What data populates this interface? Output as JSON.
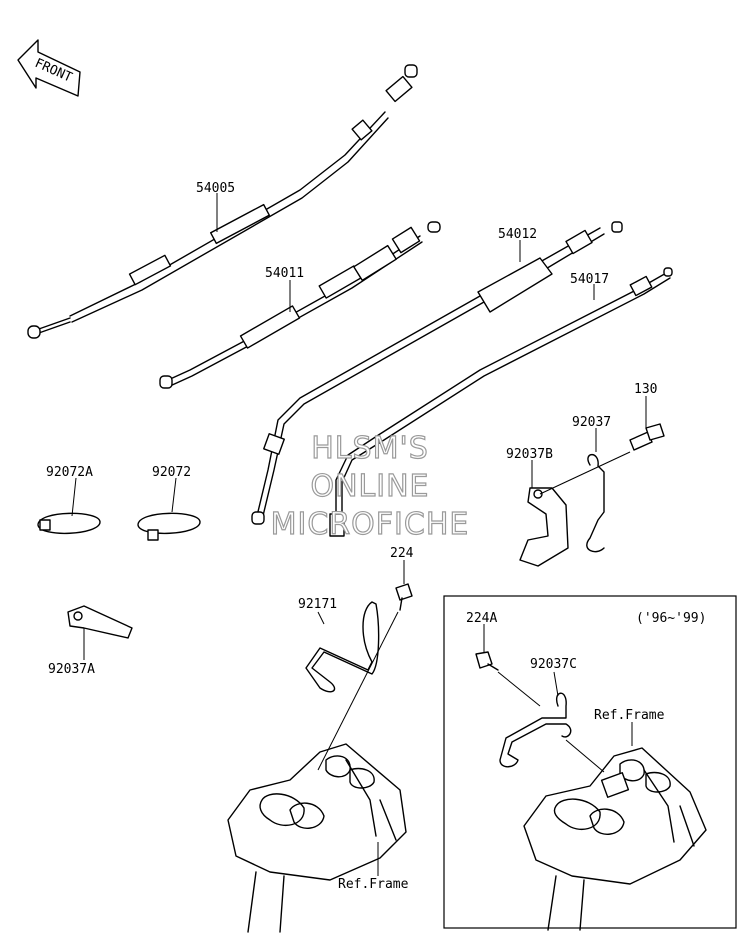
{
  "front_marker": "FRONT",
  "watermark": {
    "line1": "HLSM'S",
    "line2": "ONLINE",
    "line3": "MICROFICHE"
  },
  "labels": {
    "p54005": "54005",
    "p54011": "54011",
    "p54012": "54012",
    "p54017": "54017",
    "p130": "130",
    "p92037": "92037",
    "p92037B": "92037B",
    "p92072A": "92072A",
    "p92072": "92072",
    "p224": "224",
    "p92171": "92171",
    "p92037A": "92037A",
    "ref_frame_1": "Ref.Frame",
    "inset_years": "('96~'99)",
    "p224A": "224A",
    "p92037C": "92037C",
    "ref_frame_2": "Ref.Frame"
  }
}
